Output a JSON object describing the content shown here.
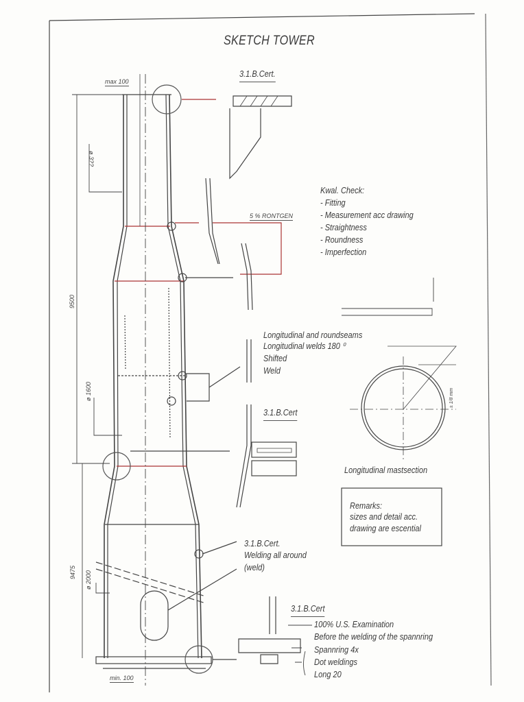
{
  "title": "SKETCH TOWER",
  "dimensions": {
    "max_top": "max 100",
    "dia_top": "ø 3??",
    "height_total": "9500",
    "dia_mid": "ø 1600",
    "height_lower": "9475",
    "dia_bottom": "ø 2000",
    "min_bottom": "min. 100",
    "ring_tolerance": "± 1/8 mm"
  },
  "cert_top": "3.1.B.Cert.",
  "rontgen": "5 % RONTGEN",
  "kwal_check": {
    "heading": "Kwal. Check:",
    "items": [
      "- Fitting",
      "- Measurement acc drawing",
      "- Straightness",
      "- Roundness",
      "- Imperfection"
    ]
  },
  "seams": {
    "lines": [
      "Longitudinal and roundseams",
      "Longitudinal welds 180 ⁰",
      "Shifted",
      "Weld"
    ]
  },
  "cert_mid": "3.1.B.Cert",
  "section_label": "Longitudinal mastsection",
  "remarks": {
    "heading": "Remarks:",
    "lines": [
      "sizes and detail acc.",
      "drawing are escential"
    ]
  },
  "door_note": {
    "lines": [
      "3.1.B.Cert.",
      "Welding all around",
      "(weld)"
    ]
  },
  "base_note": {
    "cert": "3.1.B.Cert",
    "lines": [
      "100% U.S. Examination",
      "Before the welding of the spannring",
      "Spannring 4x",
      "Dot weldings",
      "Long 20"
    ]
  }
}
